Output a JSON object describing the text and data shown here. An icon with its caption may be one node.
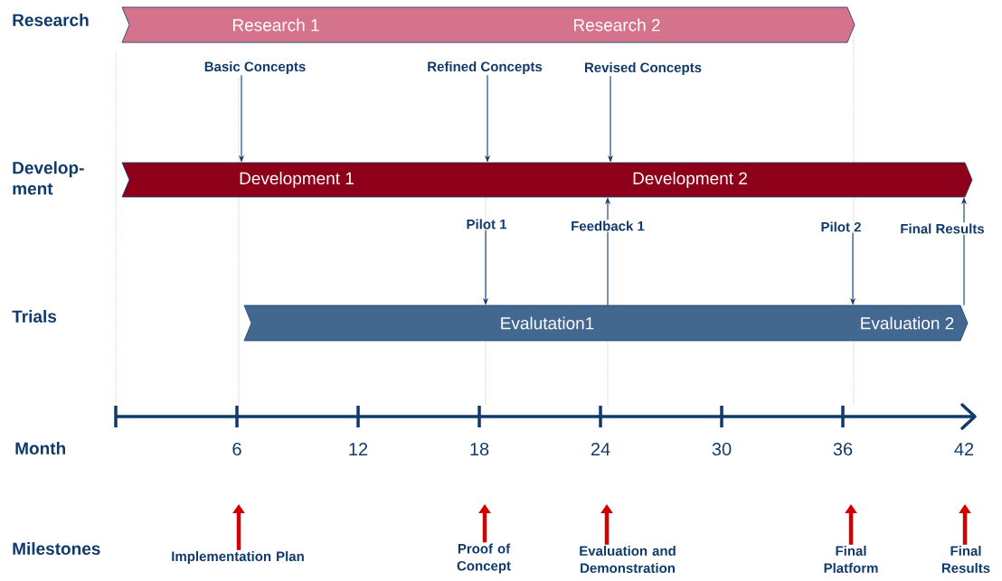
{
  "diagram": {
    "nodes": [
      {
        "text": [
          "Research 1",
          "Research 2"
        ]
      },
      {
        "text": [
          "Basic Concepts"
        ]
      },
      {
        "text": [
          "Refined Concepts"
        ]
      },
      {
        "text": [
          "Revised Concepts"
        ]
      },
      {
        "text": [
          "Development 1",
          "Development 2"
        ]
      },
      {
        "text": [
          "Pilot 1"
        ]
      },
      {
        "text": [
          "Feedback 1"
        ]
      },
      {
        "text": [
          "Pilot 2"
        ]
      },
      {
        "text": [
          "Final Results"
        ]
      },
      {
        "text": [
          "Evalutation1",
          "Evaluation 2"
        ]
      },
      {
        "text": [
          "Implementation Plan"
        ]
      },
      {
        "text": [
          "Proof of Concept"
        ]
      },
      {
        "text": [
          "Evaluation and Demonstration"
        ]
      },
      {
        "text": [
          "Final Platform"
        ]
      },
      {
        "text": [
          "Final Results"
        ]
      }
    ],
    "edges": [
      {
        "from": 1,
        "to": 4,
        "arrow": "to"
      },
      {
        "from": 2,
        "to": 4,
        "arrow": "to"
      },
      {
        "from": 3,
        "to": 4,
        "arrow": "to"
      },
      {
        "from": 5,
        "to": 9,
        "arrow": "to"
      },
      {
        "from": 9,
        "to": 6,
        "arrow": "none"
      },
      {
        "from": 6,
        "to": 4,
        "arrow": "to"
      },
      {
        "from": 7,
        "to": 9,
        "arrow": "to"
      },
      {
        "from": 9,
        "to": 8,
        "arrow": "none"
      },
      {
        "from": 8,
        "to": 4,
        "arrow": "to"
      },
      {
        "from": 10,
        "to": null,
        "arrow": "to",
        "style": "thick",
        "color": "#d00000"
      },
      {
        "from": 11,
        "to": null,
        "arrow": "to",
        "style": "thick",
        "color": "#d00000"
      },
      {
        "from": 12,
        "to": null,
        "arrow": "to",
        "style": "thick",
        "color": "#d00000"
      },
      {
        "from": 13,
        "to": null,
        "arrow": "to",
        "style": "thick",
        "color": "#d00000"
      },
      {
        "from": 14,
        "to": null,
        "arrow": "to",
        "style": "thick",
        "color": "#d00000"
      }
    ],
    "labels": [
      "Research",
      "Develop- ment",
      "Trials",
      "Month",
      "6",
      "12",
      "18",
      "24",
      "30",
      "36",
      "42",
      "Milestones"
    ]
  }
}
